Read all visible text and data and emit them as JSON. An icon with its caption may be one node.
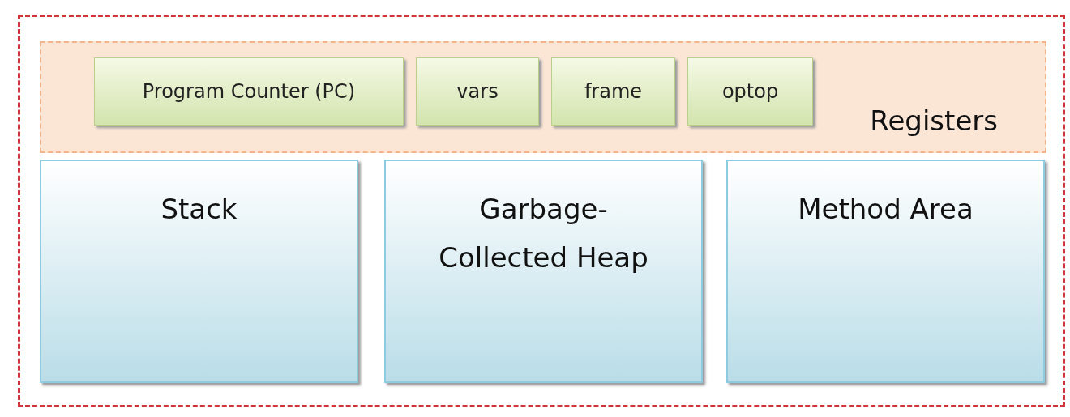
{
  "diagram": {
    "nodes": [
      {
        "text": [],
        "shape": "box"
      },
      {
        "text": [
          "Registers"
        ],
        "in": 0
      },
      {
        "text": [
          "Program Counter (PC)"
        ],
        "in": 1
      },
      {
        "text": [
          "vars"
        ],
        "in": 1
      },
      {
        "text": [
          "frame"
        ],
        "in": 1
      },
      {
        "text": [
          "optop"
        ],
        "in": 1
      },
      {
        "text": [
          "Stack"
        ],
        "in": 0
      },
      {
        "text": [
          "Garbage-Collected Heap"
        ],
        "in": 0
      },
      {
        "text": [
          "Method Area"
        ],
        "in": 0
      }
    ],
    "edges": []
  }
}
